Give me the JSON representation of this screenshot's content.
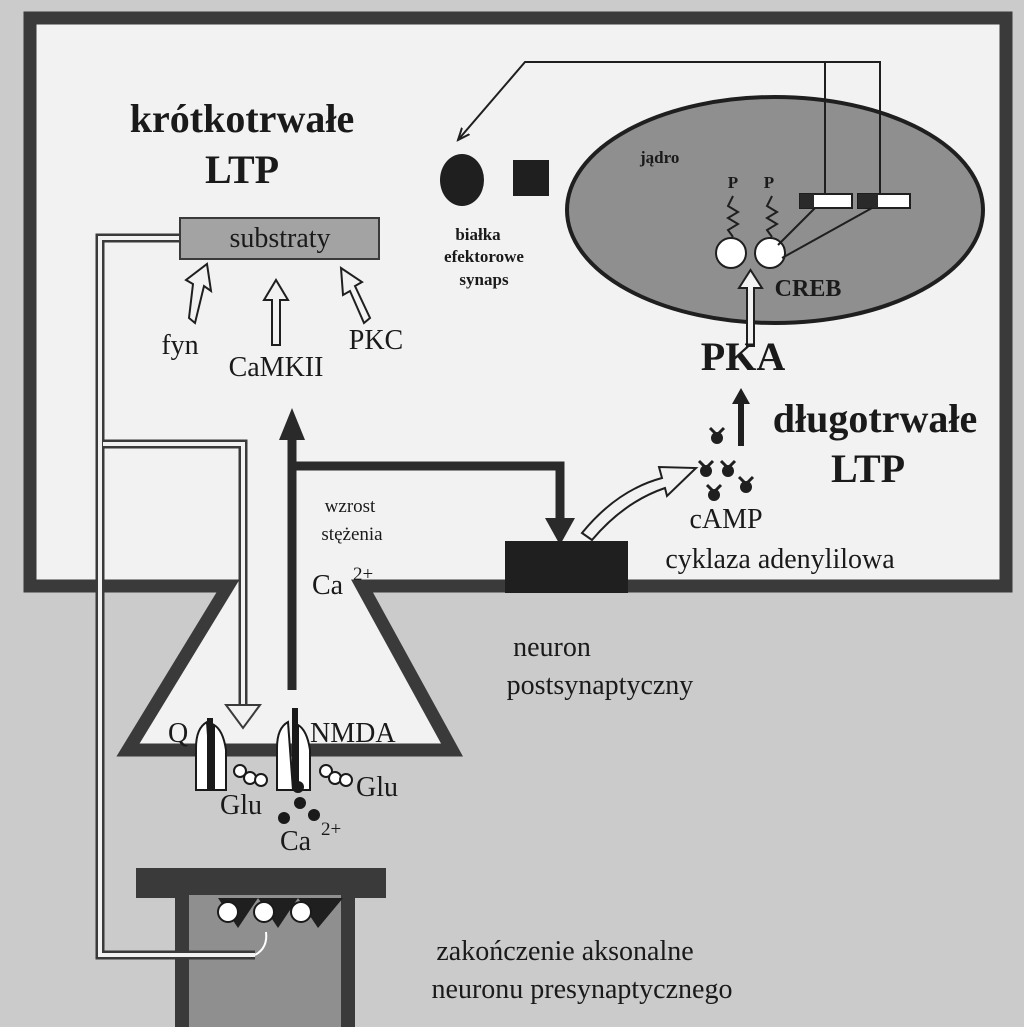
{
  "labels": {
    "short_ltp_line1": "krótkotrwałe",
    "short_ltp_line2": "LTP",
    "long_ltp_line1": "długotrwałe",
    "long_ltp_line2": "LTP",
    "substrates": "substraty",
    "fyn": "fyn",
    "camkii": "CaMKII",
    "pkc": "PKC",
    "nucleus": "jądro",
    "phospho_1": "P",
    "phospho_2": "P",
    "creb": "CREB",
    "effector_line1": "białka",
    "effector_line2": "efektorowe",
    "effector_line3": "synaps",
    "pka": "PKA",
    "camp": "cAMP",
    "adenylyl_cyclase": "cyklaza adenylilowa",
    "ca_increase_line1": "wzrost",
    "ca_increase_line2": "stężenia",
    "ca_top": "Ca",
    "ca_top_sup": "2+",
    "postsynaptic_line1": "neuron",
    "postsynaptic_line2": "postsynaptyczny",
    "q_receptor": "Q",
    "nmda_receptor": "NMDA",
    "glu_left": "Glu",
    "glu_right": "Glu",
    "ca_bottom": "Ca",
    "ca_bottom_sup": "2+",
    "presynaptic_line1": "zakończenie aksonalne",
    "presynaptic_line2": "neuronu presynaptycznego"
  },
  "colors": {
    "background": "#cbcbcb",
    "cell_fill": "#f2f2f2",
    "outline": "#3a3a3a",
    "nucleus_fill": "#8f8f8f",
    "dark": "#1f1f1f"
  }
}
